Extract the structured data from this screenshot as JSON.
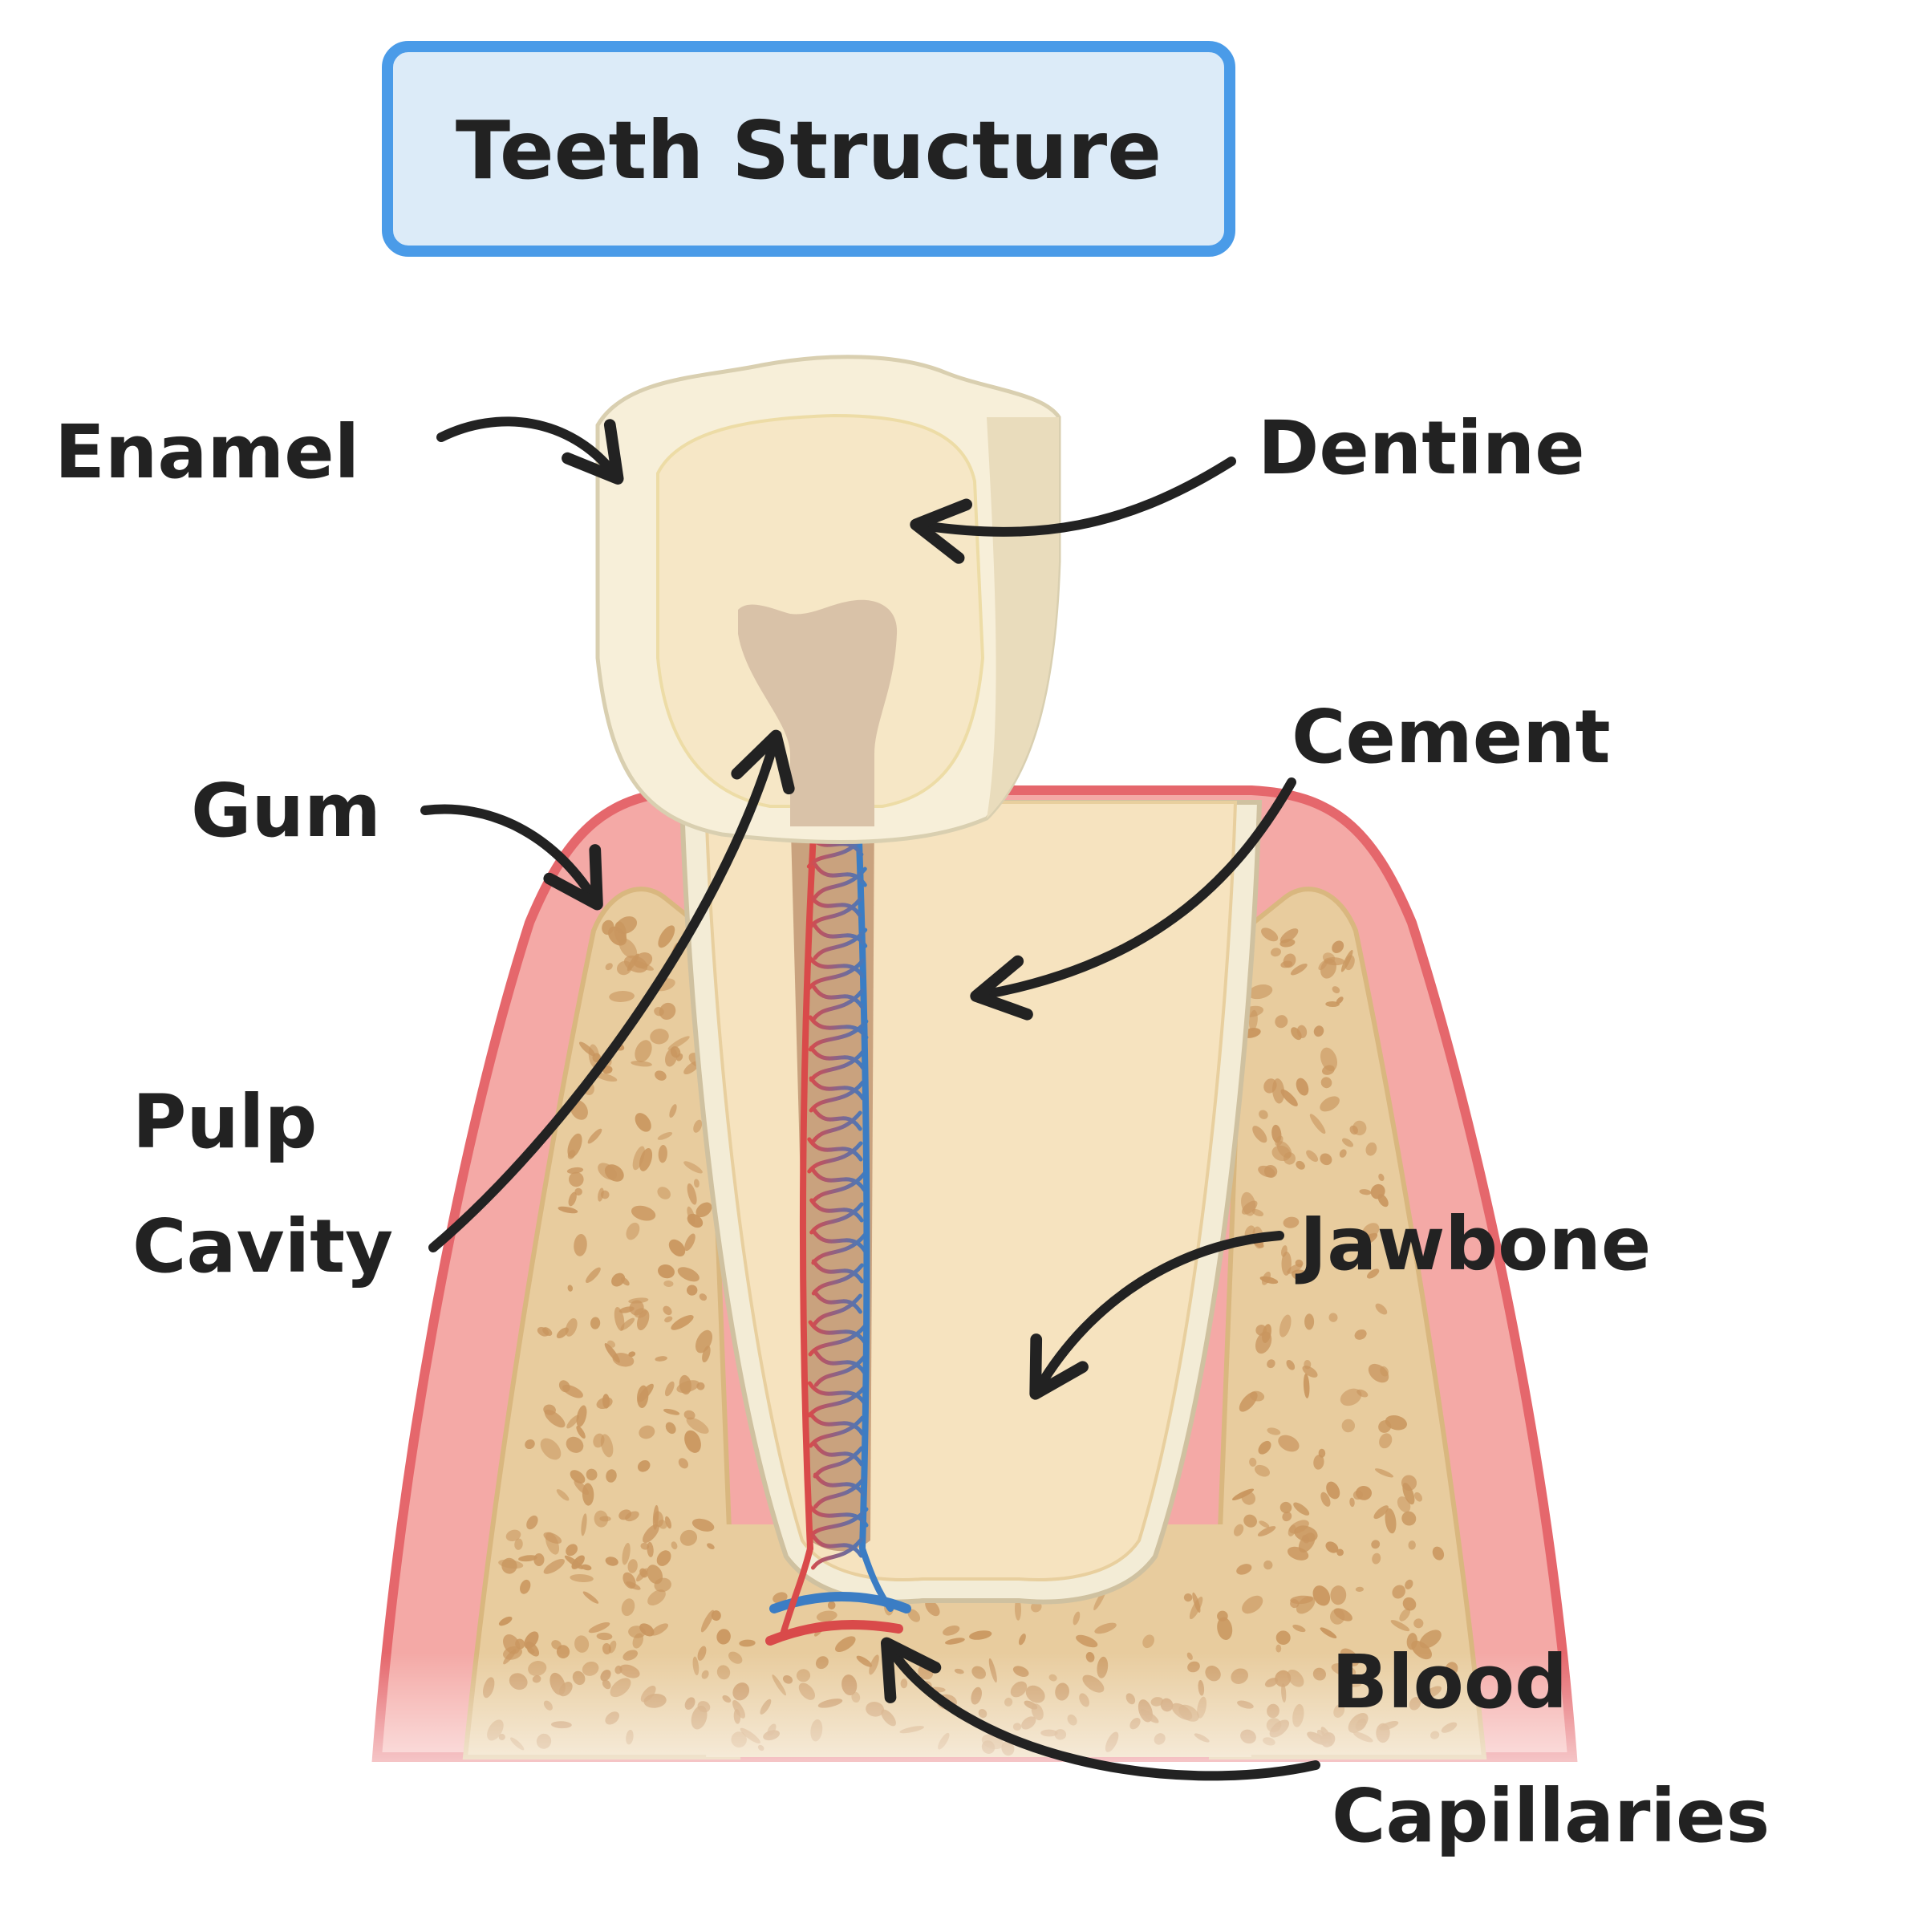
{
  "title": "Teeth Structure",
  "labels": {
    "enamel": "Enamel",
    "dentine": "Dentine",
    "gum": "Gum",
    "cement": "Cement",
    "pulp_line1": "Pulp",
    "pulp_line2": "Cavity",
    "jawbone": "Jawbone",
    "blood_line1": "Blood",
    "blood_line2": "Capillaries"
  },
  "colors": {
    "title_box_fill": "#dcebf8",
    "title_box_border": "#4a9be8",
    "enamel": "#f7efd9",
    "dentine": "#f6e3bf",
    "pulp": "#c9a27e",
    "gum": "#f4a9a6",
    "gum_edge": "#e5676c",
    "bone": "#e8cc9e",
    "bone_spots": "#c9965f",
    "vessel_red": "#d94a4a",
    "vessel_blue": "#3b7dc4",
    "ink": "#222222"
  }
}
